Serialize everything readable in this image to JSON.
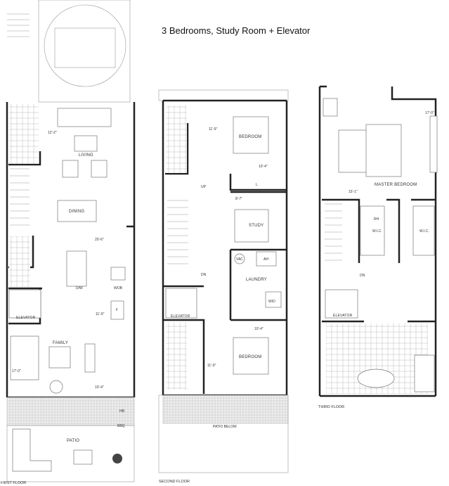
{
  "title": "3 Bedrooms, Study Room + Elevator",
  "first_floor": {
    "label": "FIRST FLOOR",
    "rooms": {
      "living": "LIVING",
      "dining": "DINING",
      "family": "FAMILY",
      "patio": "PATIO",
      "elevator": "ELEVATOR"
    },
    "fixtures": {
      "dw": "D/W",
      "wob": "WOB",
      "fridge": "F",
      "hb": "HB",
      "bbq": "BBQ"
    },
    "dims": {
      "living": "12'-2\"",
      "kitchen": "20'-6\"",
      "family_depth": "11'-0\"",
      "family_width": "17'-0\"",
      "family_bottom": "10'-4\""
    }
  },
  "second_floor": {
    "label": "SECOND FLOOR",
    "rooms": {
      "bedroom_top": "BEDROOM",
      "study": "STUDY",
      "laundry": "LAUNDRY",
      "elevator": "ELEVATOR",
      "bedroom_bottom": "BEDROOM",
      "patio_below": "PATIO BELOW"
    },
    "fixtures": {
      "vac": "VAC",
      "ah": "AH",
      "wd": "W/D",
      "linen": "L",
      "up": "UP",
      "dn": "DN"
    },
    "dims": {
      "bed1_w": "11'-9\"",
      "bed1_d": "10'-4\"",
      "study": "8'-7\"",
      "bed2_d": "10'-4\"",
      "bed2_w": "11'-9\""
    }
  },
  "third_floor": {
    "label": "THIRD FLOOR",
    "rooms": {
      "master": "MASTER BEDROOM",
      "wic1": "W.I.C.",
      "wic2": "W.I.C.",
      "elevator": "ELEVATOR"
    },
    "fixtures": {
      "rh": "RH",
      "dn": "DN"
    },
    "dims": {
      "master_w": "17'-0\"",
      "master_d": "15'-1\""
    }
  }
}
